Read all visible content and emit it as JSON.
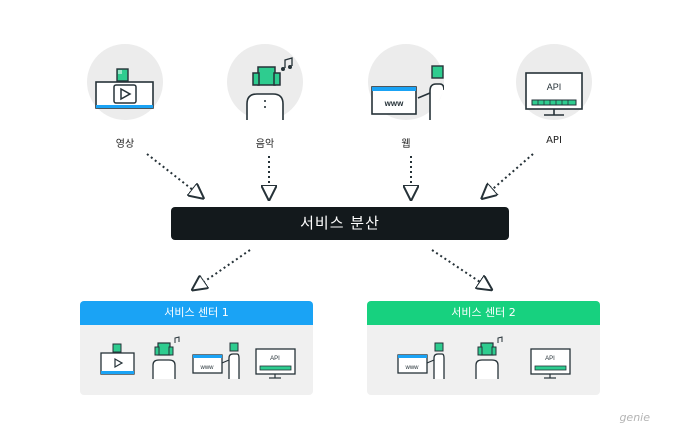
{
  "sources": [
    {
      "label": "영상"
    },
    {
      "label": "음악"
    },
    {
      "label": "웹",
      "icon_text": "www"
    },
    {
      "label": "API",
      "icon_text": "API"
    }
  ],
  "hub": {
    "label": "서비스 분산",
    "color": "#13191c"
  },
  "centers": [
    {
      "label": "서비스 센터 1",
      "color": "#1aa3f5",
      "mini_icons": [
        "video-icon",
        "music-person-icon",
        "web-icon",
        "api-icon"
      ],
      "web_text": "www",
      "api_text": "API"
    },
    {
      "label": "서비스 센터 2",
      "color": "#17d17f",
      "mini_icons": [
        "web-icon",
        "music-person-icon",
        "api-icon"
      ],
      "web_text": "www",
      "api_text": "API"
    }
  ],
  "colors": {
    "accent_green": "#2ecc8f",
    "accent_blue": "#1aa3f5",
    "icon_stroke": "#263238"
  },
  "watermark": "genie"
}
